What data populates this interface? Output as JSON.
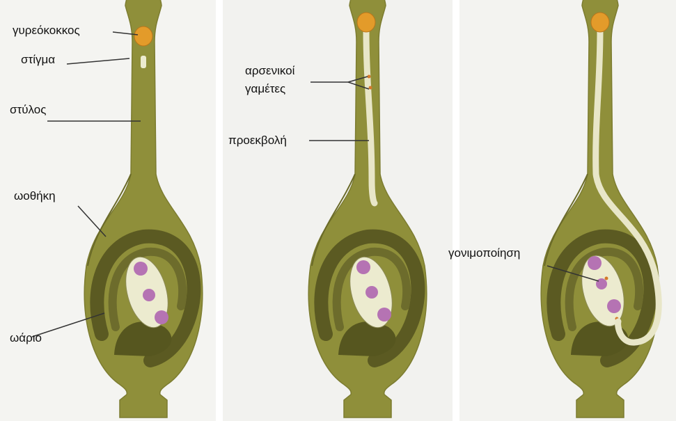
{
  "labels": {
    "pollen_grain": "γυρεόκοκκος",
    "stigma": "στίγμα",
    "style": "στύλος",
    "ovary": "ωοθήκη",
    "ovule": "ωάριο",
    "male_gametes_line1": "αρσενικοί",
    "male_gametes_line2": "γαμέτες",
    "pollen_tube": "προεκβολή",
    "fertilization": "γονιμοποίηση"
  },
  "colors": {
    "tissue": "#8f8f3a",
    "tissue_dark": "#6a6a28",
    "ovule_tissue": "#5b5a22",
    "embryo_sac": "#ecebcf",
    "nucleus": "#b573b3",
    "pollen": "#e39b2a",
    "tube": "#e8e6c8",
    "background_panel": "#f1f1ee"
  }
}
